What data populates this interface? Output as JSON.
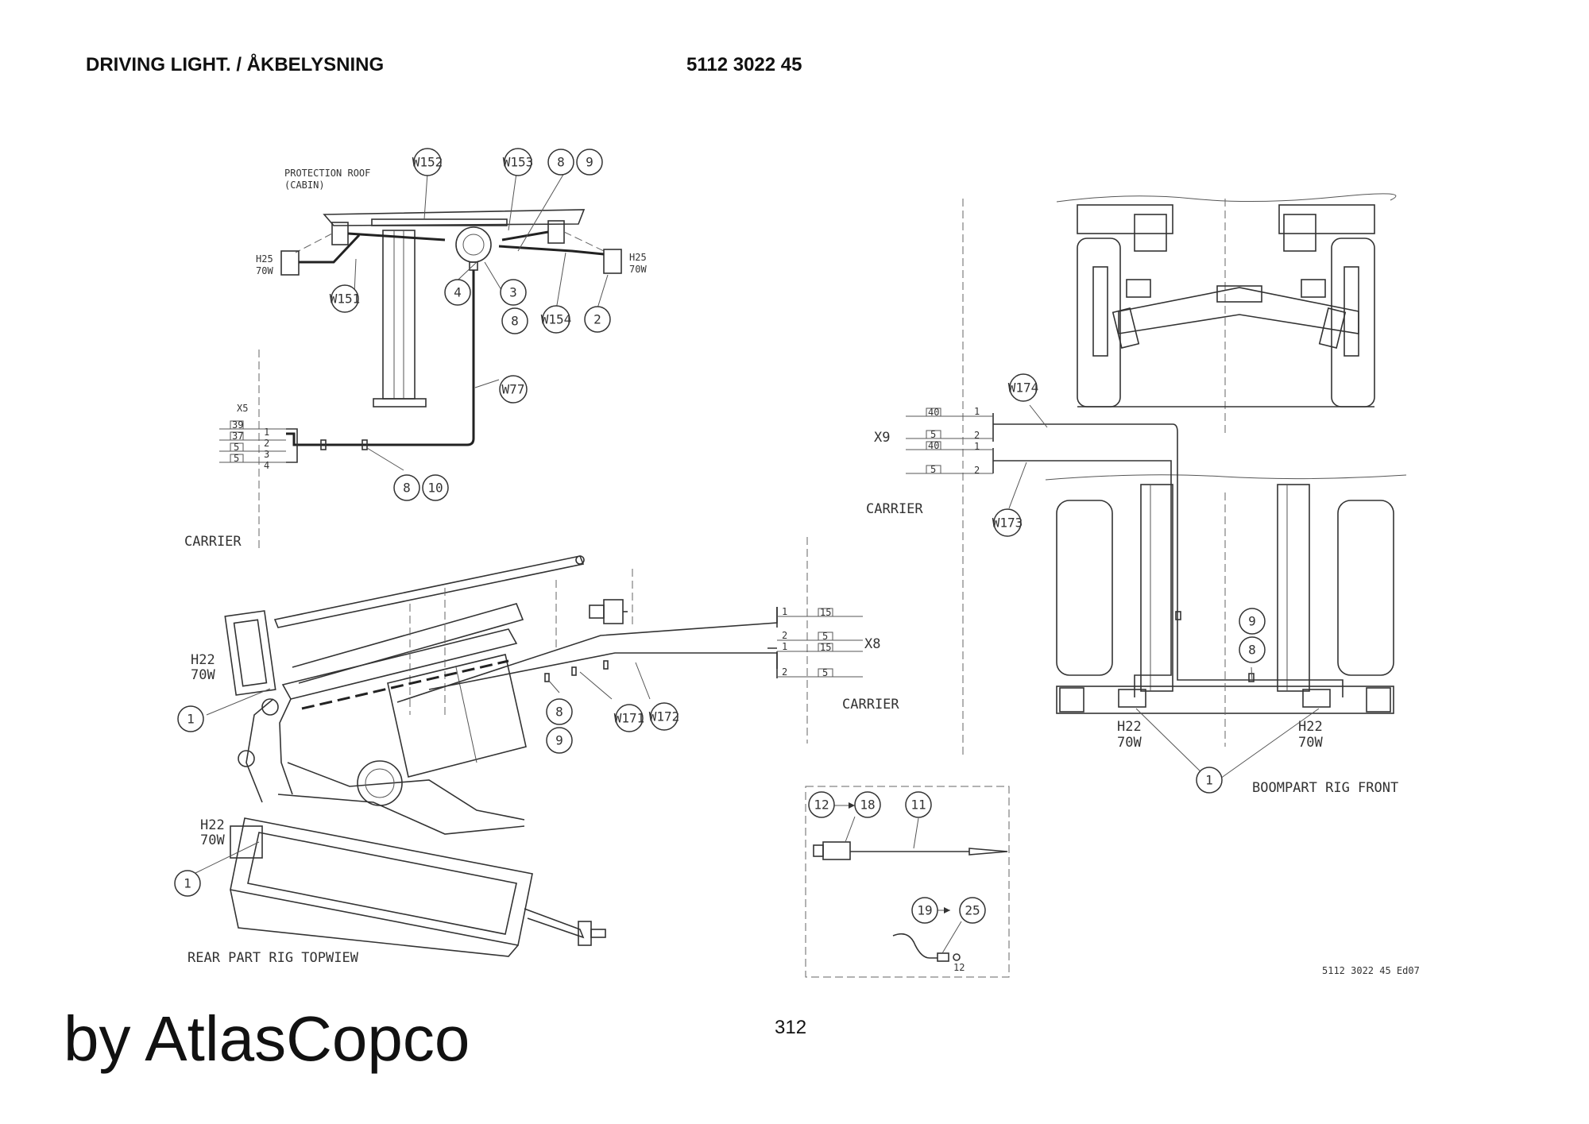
{
  "header": {
    "title": "DRIVING LIGHT. / ÅKBELYSNING",
    "part_number": "5112 3022 45"
  },
  "footer": {
    "page_number": "312",
    "brand": "by AtlasCopco",
    "drawing_ref": "5112 3022 45 Ed07"
  },
  "labels": {
    "protection_roof_1": "PROTECTION ROOF",
    "protection_roof_2": "(CABIN)",
    "h25": "H25",
    "w70": "70W",
    "h22": "H22",
    "x5": "X5",
    "x8": "X8",
    "x9": "X9",
    "carrier": "CARRIER",
    "rear_part": "REAR PART RIG TOPWIEW",
    "boompart": "BOOMPART RIG FRONT"
  },
  "terminals": {
    "x5_wires": [
      "39",
      "37",
      "5",
      "5"
    ],
    "x5_pins": [
      "1",
      "2",
      "3",
      "4"
    ],
    "x8_wires": [
      "15",
      "5",
      "15",
      "5"
    ],
    "x8_pins": [
      "1",
      "2",
      "1",
      "2"
    ],
    "x9_wires": [
      "40",
      "5",
      "40",
      "5"
    ],
    "x9_pins": [
      "1",
      "2",
      "1",
      "2"
    ]
  },
  "callouts": {
    "w152": "W152",
    "w153": "W153",
    "w151": "W151",
    "w154": "W154",
    "w77": "W77",
    "w171": "W171",
    "w172": "W172",
    "w173": "W173",
    "w174": "W174",
    "n1": "1",
    "n2": "2",
    "n3": "3",
    "n4": "4",
    "n8": "8",
    "n9": "9",
    "n10": "10",
    "n11": "11",
    "n12": "12",
    "n18": "18",
    "n19": "19",
    "n25": "25"
  }
}
